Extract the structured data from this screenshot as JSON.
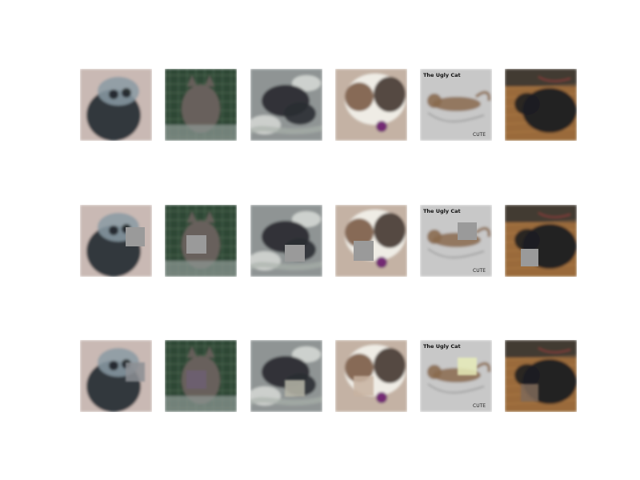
{
  "grid": {
    "rows": [
      "original",
      "masked",
      "reconstructed"
    ],
    "columns": [
      {
        "subject": "cat-gray-closeup",
        "bg": "#c9b9b4",
        "main": "#2a3236",
        "accent": "#8a9aa3"
      },
      {
        "subject": "cat-tabby-cage",
        "bg": "#2f4636",
        "main": "#6c625e",
        "accent": "#9aa59a"
      },
      {
        "subject": "cat-black-plants",
        "bg": "#8f9494",
        "main": "#2b2d33",
        "accent": "#c7cac9"
      },
      {
        "subject": "cat-calico-closeup",
        "bg": "#c4b2a4",
        "main": "#6d4a32",
        "accent": "#f1efe9"
      },
      {
        "subject": "cat-sketch-print",
        "bg": "#bdbdbd",
        "main": "#8a6a4f",
        "accent": "#222222"
      },
      {
        "subject": "cat-black-wood-floor",
        "bg": "#9a6a3a",
        "main": "#1f1f22",
        "accent": "#5a4a43"
      }
    ]
  },
  "overlays": {
    "mask_color": "#9a9a9a",
    "patch_colors": [
      "#8c8f94",
      "#6d5f73",
      "#b8b7a9",
      "#c8b3a1",
      "#e7ecb9",
      "#7f6a5a"
    ]
  },
  "tile_text": {
    "sketch_print_header": "The Ugly Cat",
    "sketch_print_footer": "CUTE"
  }
}
